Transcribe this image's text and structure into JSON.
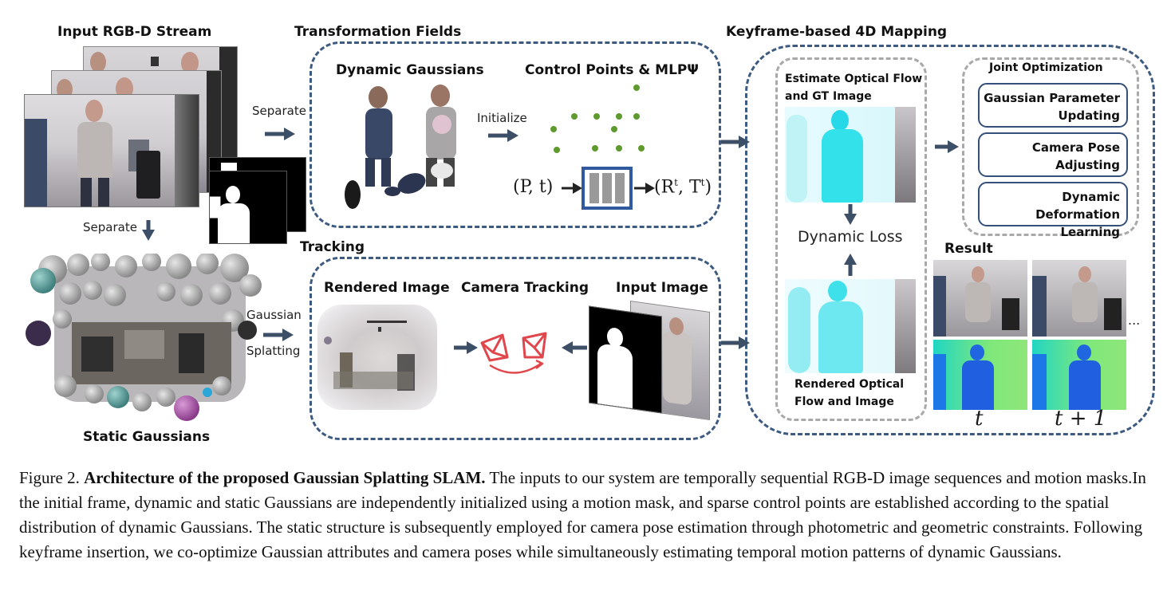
{
  "sections": {
    "input_stream": "Input RGB-D Stream",
    "transformation_fields": "Transformation Fields",
    "keyframe_mapping": "Keyframe-based 4D Mapping",
    "tracking": "Tracking"
  },
  "labels": {
    "separate_right": "Separate",
    "separate_down": "Separate",
    "gaussian": "Gaussian",
    "splatting": "Splatting",
    "static_gaussians": "Static Gaussians",
    "dynamic_gaussians": "Dynamic Gaussians",
    "control_points": "Control Points & MLPΨ",
    "initialize": "Initialize",
    "mlp_input": "(P, t)",
    "mlp_output": "(R",
    "mlp_output_sup1": "t",
    "mlp_output_mid": ", T",
    "mlp_output_sup2": "t",
    "mlp_output_end": ")",
    "rendered_image": "Rendered Image",
    "camera_tracking": "Camera Tracking",
    "input_image": "Input Image",
    "estimate_flow_line1": "Estimate Optical Flow",
    "estimate_flow_line2": "and GT Image",
    "dynamic_loss": "Dynamic Loss",
    "rendered_flow_line1": "Rendered Optical",
    "rendered_flow_line2": "Flow and Image",
    "joint_optimization": "Joint Optimization",
    "gaussian_param_line1": "Gaussian Parameter",
    "gaussian_param_line2": "Updating",
    "camera_pose_line1": "Camera Pose",
    "camera_pose_line2": "Adjusting",
    "dynamic_deform_line1": "Dynamic Deformation",
    "dynamic_deform_line2": "Learning",
    "result": "Result",
    "time_t": "t",
    "time_t1": "t + 1",
    "ellipsis": "..."
  },
  "caption": {
    "prefix": "Figure 2. ",
    "bold": "Architecture of the proposed Gaussian Splatting SLAM.",
    "body": " The inputs to our system are temporally sequential RGB-D image sequences and motion masks.In the initial frame, dynamic and static Gaussians are independently initialized using a motion mask, and sparse control points are established according to the spatial distribution of dynamic Gaussians.  The static structure is subsequently employed for camera pose estimation through photometric and geometric constraints.  Following keyframe insertion, we co-optimize Gaussian attributes and camera poses while simultaneously estimating temporal motion patterns of dynamic Gaussians."
  },
  "colors": {
    "dash_border": "#3d5a80",
    "arrow": "#3d4f66",
    "control_point": "#5f9a2e",
    "tracking_red": "#e0474c",
    "flow_cyan": "#27d9e8"
  }
}
